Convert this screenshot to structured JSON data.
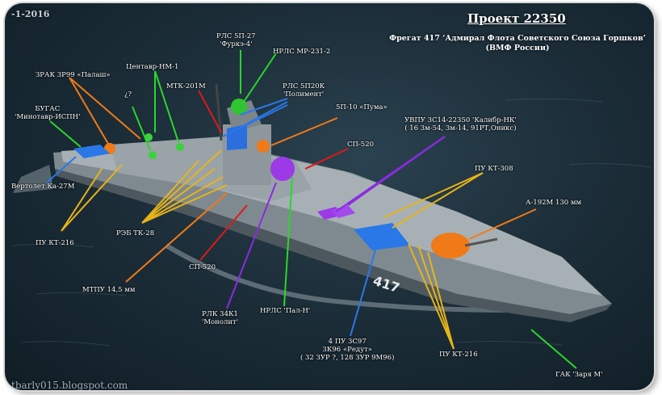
{
  "title": "Проект 22350",
  "subtitle_line1": "Фрегат 417 ‘Адмирал Флота Советского Союза Горшков’",
  "subtitle_line2": "(ВМФ России)",
  "watermark_top": "-1-2016",
  "watermark_bottom": "tbarly015.blogspot.com",
  "hull_number": "417",
  "labels": {
    "rlk_5p27": "РЛС 5П-27",
    "rlk_5p27_sub": "'Фуркэ-4'",
    "nrls_mr231": "НРЛС МР-231-2",
    "rls_5p20k": "РЛС 5П20К",
    "rls_5p20k_sub": "'Полимент'",
    "tsentavr": "Центавр-НМ-1",
    "mtk201m": "МТК-201М",
    "zrak": "ЗРАК 3Р99 «Палаш»",
    "question": "¿?",
    "bugas": "БУГАС",
    "bugas_sub": "'Минотавр-ИСПН'",
    "helicopter": "Вертолет Ка-27М",
    "pu_kt216_left": "ПУ КТ-216",
    "reb": "РЭБ ТК-28",
    "sp520_mid": "СП-520",
    "mtpu": "МТПУ 14,5 мм",
    "puma": "5П-10 «Пума»",
    "sp520_top": "СП-520",
    "uvpu": "УВПУ 3С14-22350 'Калибр-НК'",
    "uvpu_sub": "( 16 3м-54, 3м-14, 91РТ,Оникс)",
    "pu_kt308": "ПУ КТ-308",
    "a192": "А-192М 130 мм",
    "rlk34k1": "РЛК 34К1",
    "rlk34k1_sub": "'Монолит'",
    "nrls_pal": "НРЛС 'Пал-Н'",
    "redut_1": "4 ПУ 3С97",
    "redut_2": "3К96 «Редут»",
    "redut_3": "( 32 ЗУР ?, 128 ЗУР 9М96)",
    "pu_kt216_right": "ПУ КТ-216",
    "gak": "ГАК 'Заря М'"
  },
  "colors": {
    "green": "#2bd62b",
    "orange": "#f07a18",
    "red": "#e01818",
    "blue": "#2a78e8",
    "yellow": "#e8b418",
    "purple": "#8a2be2"
  }
}
